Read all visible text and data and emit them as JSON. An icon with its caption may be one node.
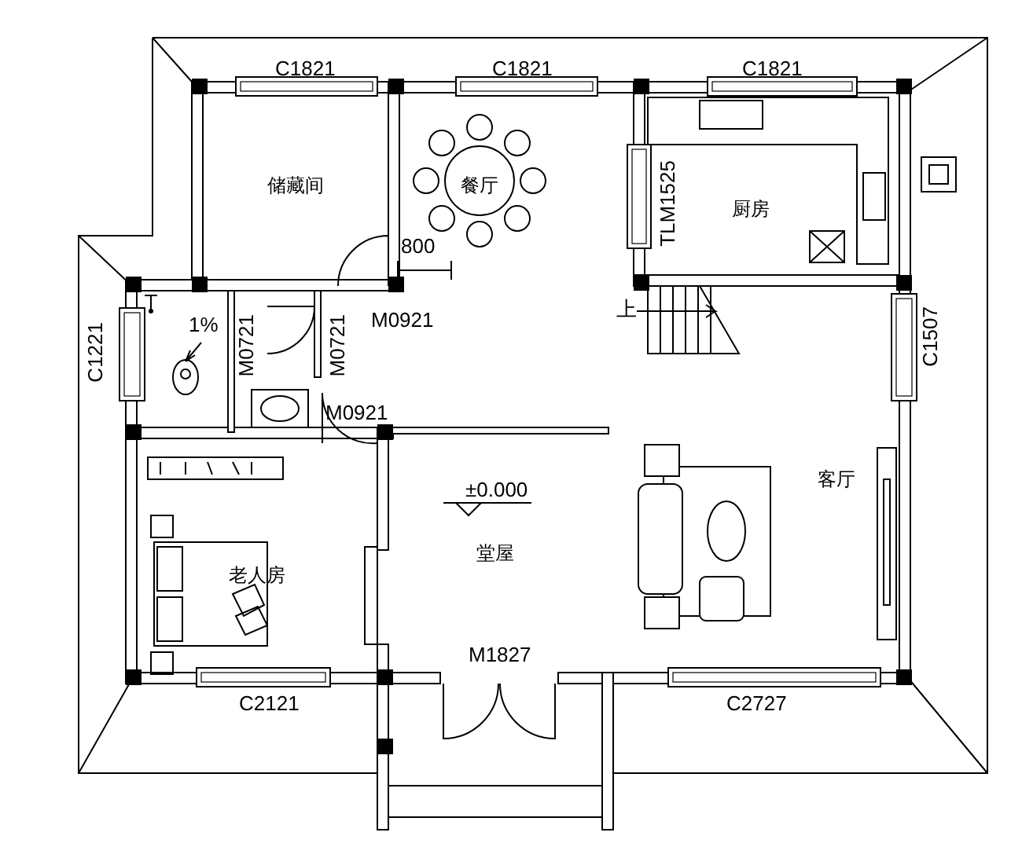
{
  "diagram": {
    "nodes": [
      {
        "text": [
          "储藏间"
        ]
      },
      {
        "text": [
          "餐厅"
        ]
      },
      {
        "text": [
          "厨房"
        ]
      },
      {
        "text": [
          "老人房"
        ]
      },
      {
        "text": [
          "堂屋"
        ]
      },
      {
        "text": [
          "客厅"
        ]
      }
    ],
    "labels": [
      "C1821",
      "C1821",
      "C1821",
      "TLM1525",
      "800",
      "C1221",
      "1%",
      "M0721",
      "M0721",
      "M0921",
      "上",
      "C1507",
      "M0921",
      "±0.000",
      "M1827",
      "C2121",
      "C2727"
    ]
  }
}
